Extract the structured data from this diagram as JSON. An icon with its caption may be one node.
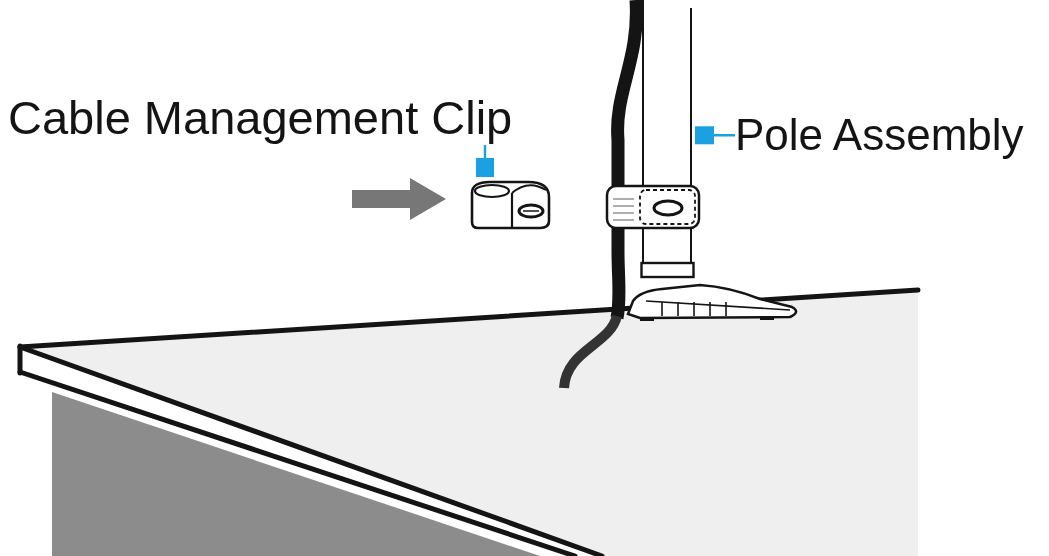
{
  "diagram": {
    "nodes": [
      {
        "text": [
          "Cable Management Clip"
        ]
      },
      {
        "text": [],
        "shape": "picture"
      },
      {
        "text": [
          "Pole Assembly"
        ]
      },
      {
        "text": [],
        "shape": "picture"
      }
    ],
    "edges": [
      {
        "from": 0,
        "to": 1,
        "arrow": "other"
      },
      {
        "from": 2,
        "to": 3,
        "arrow": "other"
      }
    ]
  }
}
